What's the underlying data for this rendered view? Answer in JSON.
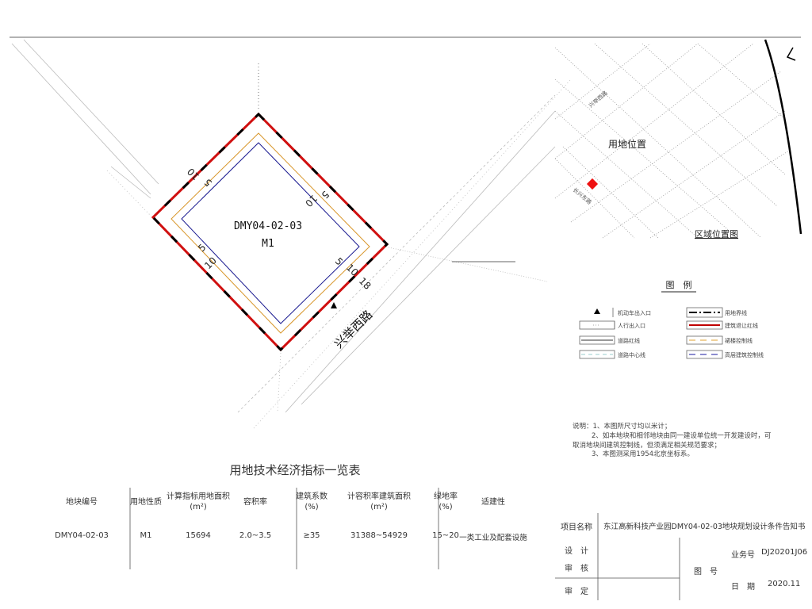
{
  "site": {
    "parcel_code": "DMY04-02-03",
    "land_use": "M1",
    "dims": [
      "10",
      "5",
      "10",
      "5",
      "5",
      "10",
      "5",
      "10",
      "18"
    ],
    "road_name": "兴举西路"
  },
  "location_map": {
    "site_label": "用地位置",
    "title": "区域位置图",
    "road_labels": [
      "兴举西路",
      "长兴东路"
    ]
  },
  "legend": {
    "title": "图　例",
    "items": [
      {
        "label": "机动车出入口",
        "symbol": "triangle"
      },
      {
        "label": "人行出入口",
        "symbol": "dotted"
      },
      {
        "label": "道路红线",
        "symbol": "solid-thin"
      },
      {
        "label": "道路中心线",
        "symbol": "dashed-cyan"
      },
      {
        "label": "用地界线",
        "symbol": "dash-dot-black",
        "color": "#000000"
      },
      {
        "label": "建筑退让红线",
        "symbol": "solid-red",
        "color": "#c00000"
      },
      {
        "label": "裙楼控制线",
        "symbol": "dashed-orange",
        "color": "#e0a030"
      },
      {
        "label": "高层建筑控制线",
        "symbol": "dashed-blue",
        "color": "#1a1aa0"
      }
    ]
  },
  "notes": [
    "说明：1、本图所尺寸均以米计；",
    "2、如本地块和相邻地块由同一建设单位统一开发建设时，可",
    "取消地块间建筑控制线，但须满足相关规范要求；",
    "3、本图测采用1954北京坐标系。"
  ],
  "indicator_table": {
    "title": "用地技术经济指标一览表",
    "headers": [
      "地块编号",
      "用地性质",
      "计算指标用地面积\n(m²)",
      "容积率",
      "建筑系数\n(%)",
      "计容积率建筑面积\n(m²)",
      "绿地率\n(%)",
      "适建性"
    ],
    "rows": [
      [
        "DMY04-02-03",
        "M1",
        "15694",
        "2.0~3.5",
        "≥35",
        "31388~54929",
        "15~20",
        "一类工业及配套设施"
      ]
    ]
  },
  "title_block": {
    "project_label": "项目名称",
    "project_name": "东江高新科技产业园DMY04-02-03地块规划设计条件告知书",
    "design_label": "设　计",
    "review_label": "审　核",
    "approve_label": "审　定",
    "drawing_no_label": "图　号",
    "business_no_label": "业务号",
    "business_no": "DJ20201J06",
    "date_label": "日　期",
    "date": "2020.11"
  }
}
